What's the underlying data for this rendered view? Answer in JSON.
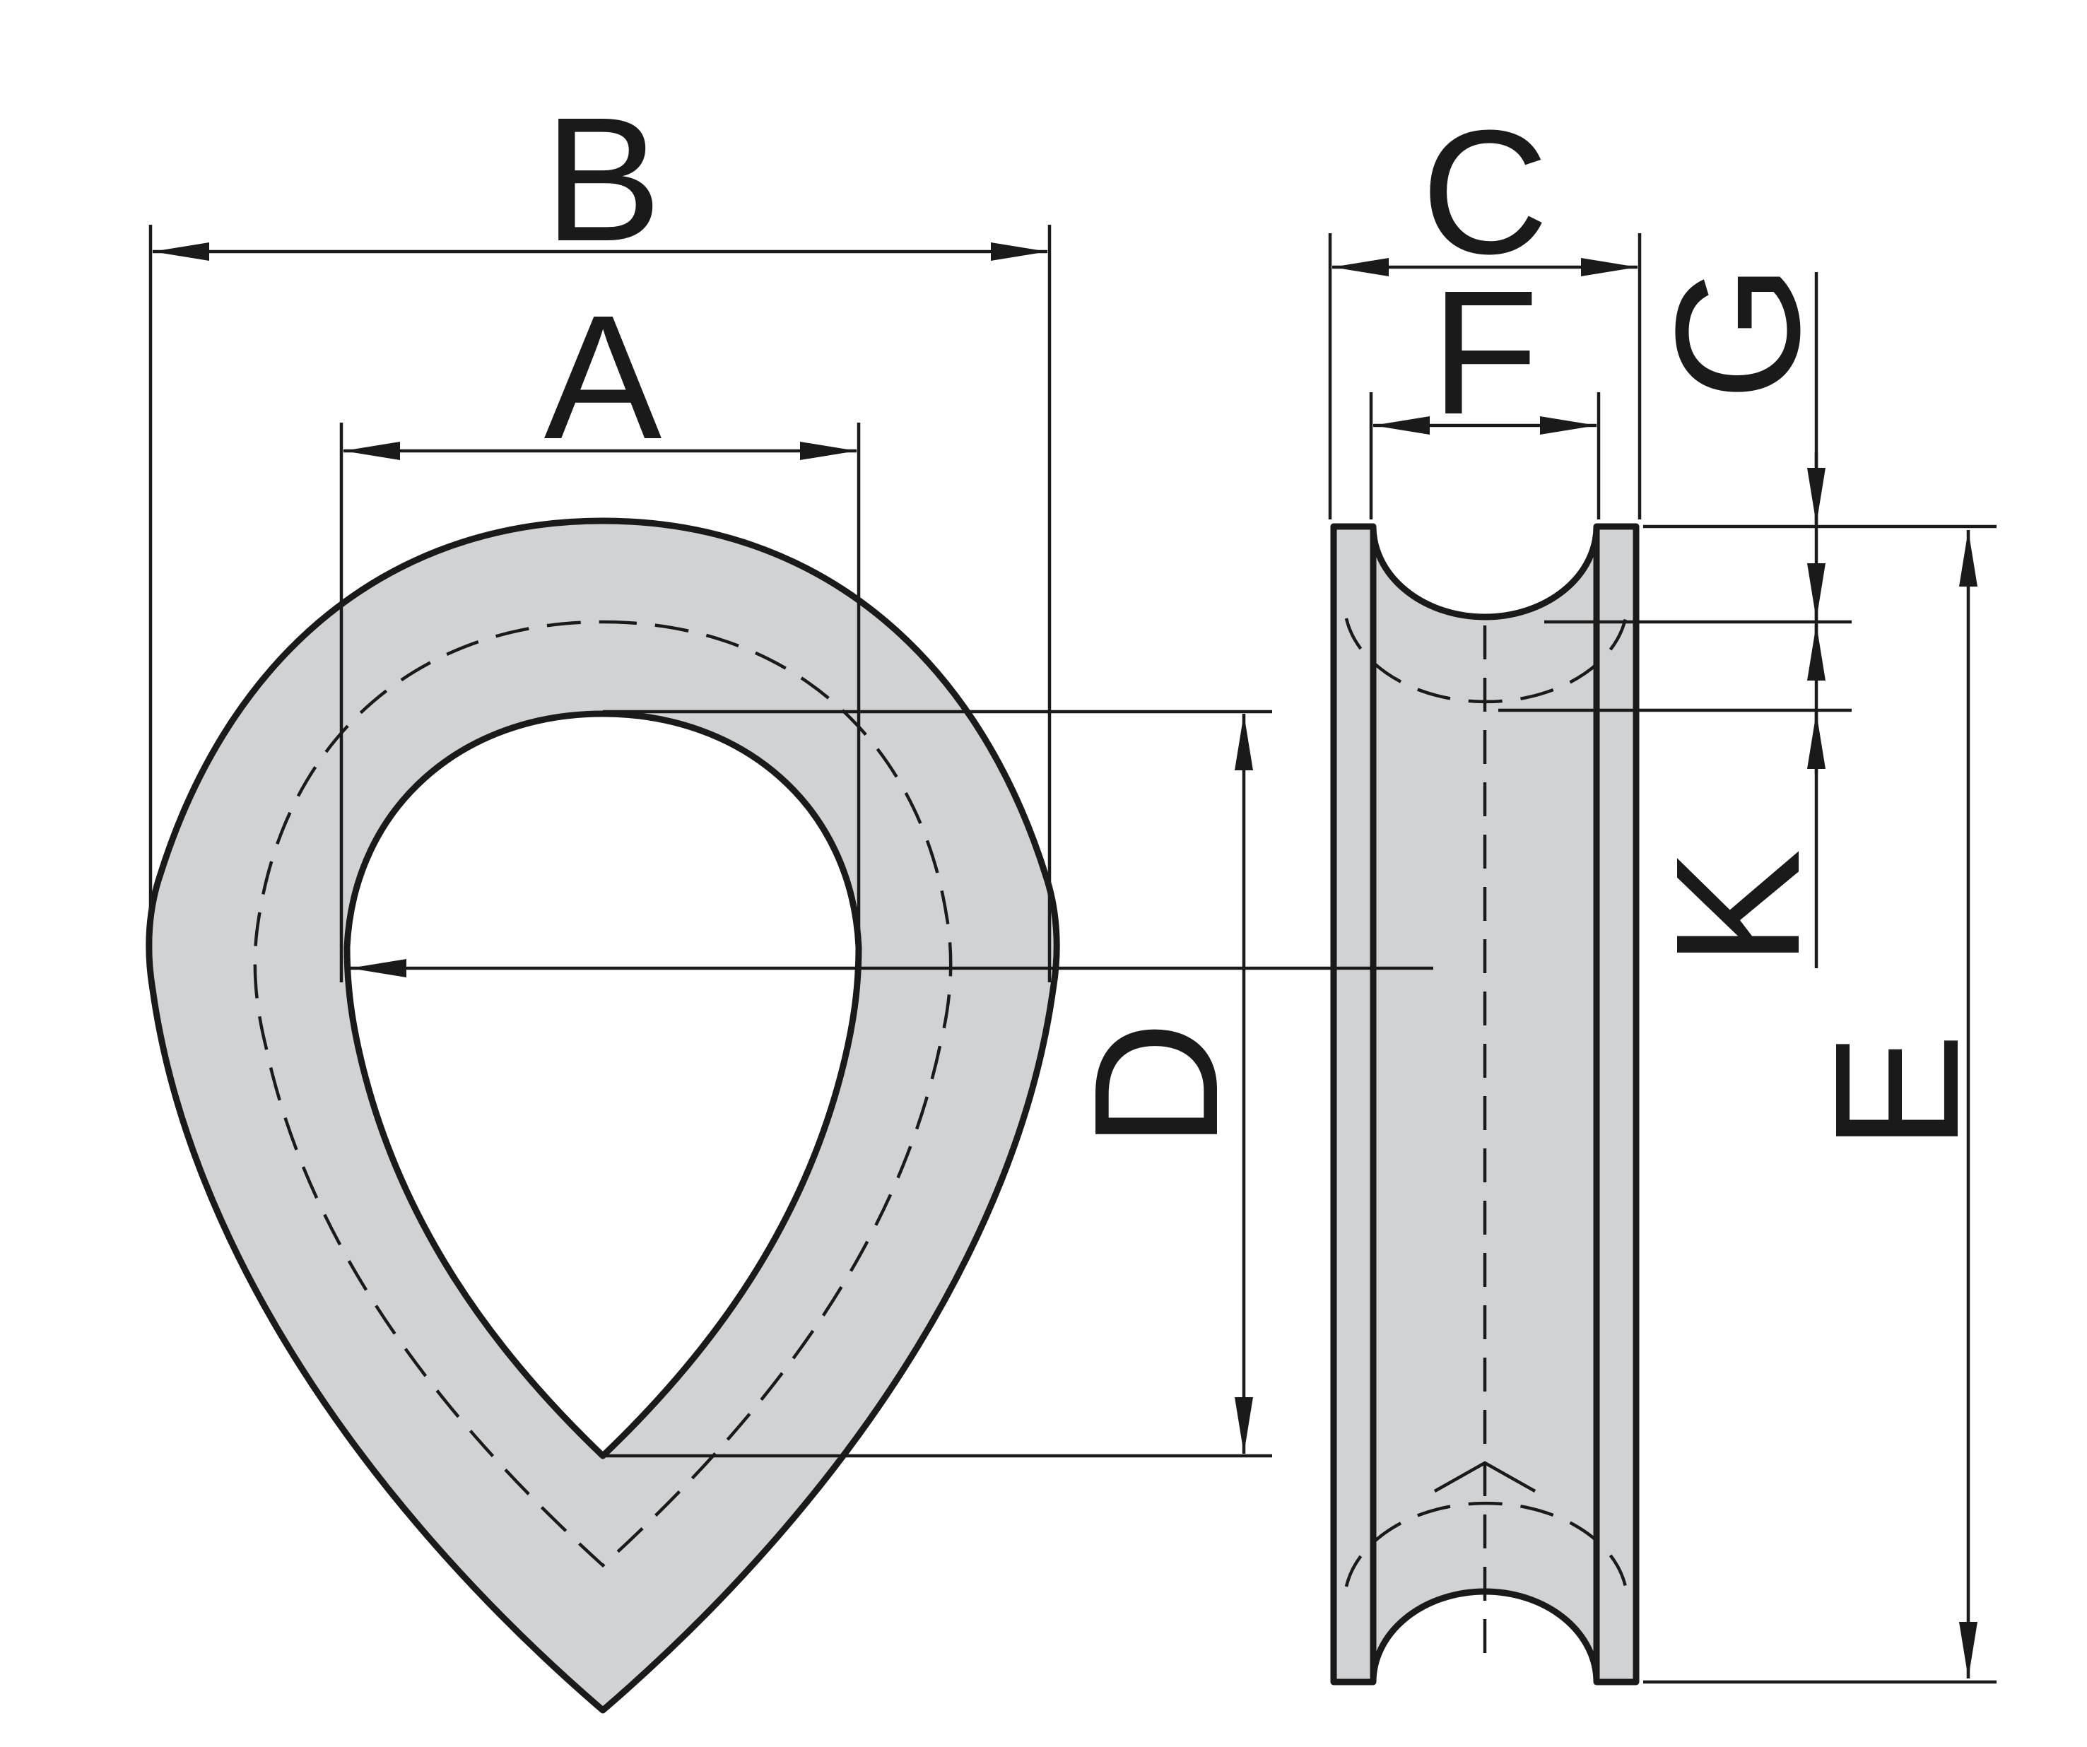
{
  "diagram": {
    "labels": {
      "A": "A",
      "B": "B",
      "C": "C",
      "D": "D",
      "E": "E",
      "F": "F",
      "G": "G",
      "K": "K"
    },
    "colors": {
      "part_fill": "#d1d2d4",
      "line": "#1a1a1a",
      "background": "#ffffff"
    }
  }
}
